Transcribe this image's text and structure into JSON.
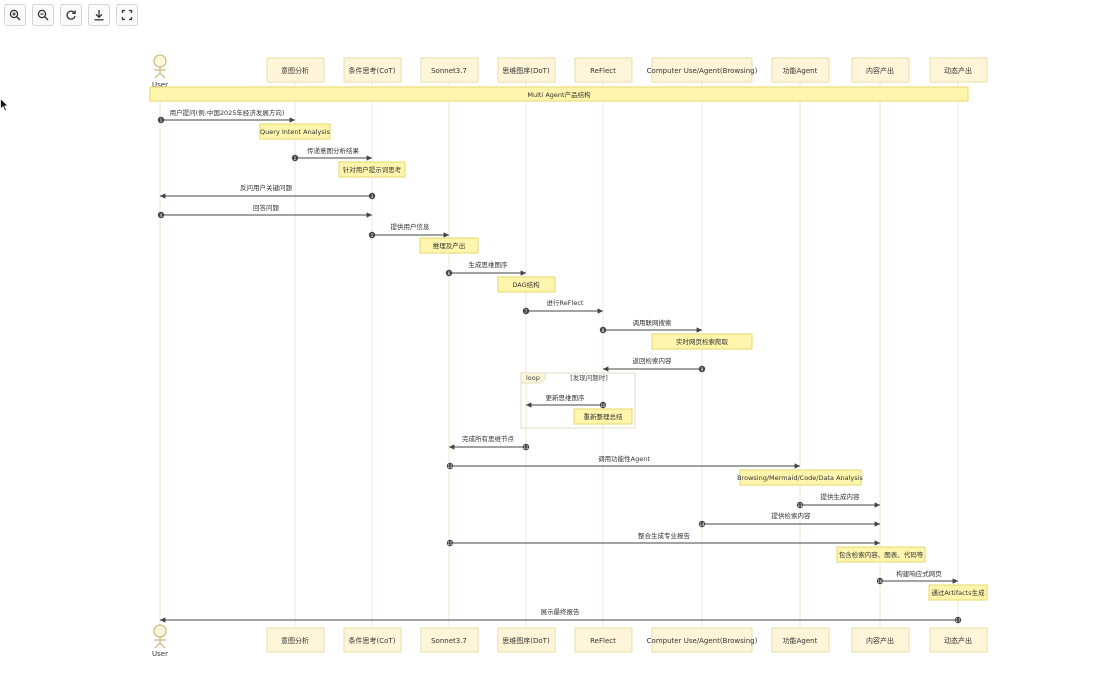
{
  "toolbar": {
    "buttons": [
      {
        "name": "zoom-in-button",
        "icon": "zoom-in-icon"
      },
      {
        "name": "zoom-out-button",
        "icon": "zoom-out-icon"
      },
      {
        "name": "reset-button",
        "icon": "refresh-icon"
      },
      {
        "name": "download-button",
        "icon": "download-icon"
      },
      {
        "name": "fullscreen-button",
        "icon": "fullscreen-icon"
      }
    ]
  },
  "diagram": {
    "actor": "User",
    "participants": [
      "意图分析",
      "条件思考(CoT)",
      "Sonnet3.7",
      "思维图序(DoT)",
      "ReFlect",
      "Computer Use/Agent(Browsing)",
      "功能Agent",
      "内容产出",
      "动态产出"
    ],
    "banner": "Multi Agent产品结构",
    "messages": [
      {
        "n": "1",
        "text": "用户提问(例:中国2025年经济发展方向)"
      },
      {
        "n": "2",
        "text": "传递意图分析结果"
      },
      {
        "n": "3",
        "text": "反问用户关键问题"
      },
      {
        "n": "4",
        "text": "回答问题"
      },
      {
        "n": "5",
        "text": "提供用户信息"
      },
      {
        "n": "6",
        "text": "生成思维图序"
      },
      {
        "n": "7",
        "text": "进行ReFlect"
      },
      {
        "n": "8",
        "text": "调用联网搜索"
      },
      {
        "n": "9",
        "text": "返回检索内容"
      },
      {
        "n": "10",
        "text": "更新思维图序"
      },
      {
        "n": "11",
        "text": "完成所有思维节点"
      },
      {
        "n": "12",
        "text": "调用功能性Agent"
      },
      {
        "n": "13",
        "text": "提供生成内容"
      },
      {
        "n": "14",
        "text": "提供检索内容"
      },
      {
        "n": "15",
        "text": "整合生成专业报告"
      },
      {
        "n": "16",
        "text": "构建响应式网页"
      },
      {
        "n": "17",
        "text": "展示最终报告"
      }
    ],
    "notes": [
      "Query Intent Analysis",
      "针对用户提示词思考",
      "推理及产出",
      "DAG结构",
      "实时网页检索爬取",
      "重新整理总结",
      "Browsing/Mermaid/Code/Data Analysis",
      "包含检索内容、图表、代码等",
      "通过Artifacts生成"
    ],
    "loop": {
      "label": "loop",
      "condition": "[发现问题时]"
    },
    "colors": {
      "box_fill": "#fff6d9",
      "box_stroke": "#e8dca6",
      "note_fill": "#fff5ad",
      "note_stroke": "#e6d96a",
      "lifeline": "#ece7cf",
      "arrow": "#444444"
    }
  }
}
